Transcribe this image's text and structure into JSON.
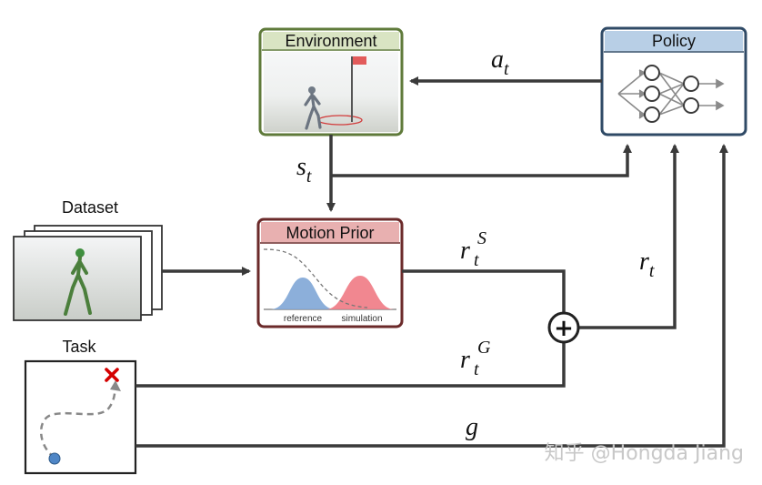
{
  "nodes": {
    "environment": {
      "title": "Environment"
    },
    "policy": {
      "title": "Policy"
    },
    "motion_prior": {
      "title": "Motion Prior",
      "reference_label": "reference",
      "simulation_label": "simulation"
    },
    "dataset": {
      "title": "Dataset"
    },
    "task": {
      "title": "Task"
    }
  },
  "edges": {
    "action": {
      "base": "a",
      "sub": "t"
    },
    "state": {
      "base": "s",
      "sub": "t"
    },
    "style_reward": {
      "base": "r",
      "sub": "t",
      "sup": "S"
    },
    "goal_reward": {
      "base": "r",
      "sub": "t",
      "sup": "G"
    },
    "total_reward": {
      "base": "r",
      "sub": "t"
    },
    "goal": {
      "base": "g"
    },
    "sum_symbol": "+"
  },
  "watermark": "知乎 @Hongda Jiang",
  "colors": {
    "env_border": "#5f7a3a",
    "env_header": "#d9e4c3",
    "policy_border": "#2f4a66",
    "policy_header": "#b8cfe6",
    "prior_border": "#6b2a2a",
    "prior_header": "#e8b0b0",
    "arrow": "#3a3a3a",
    "reference_fill": "#7fa6d6",
    "simulation_fill": "#f07a84",
    "task_marker": "#d40000",
    "task_start": "#4f86c6"
  }
}
